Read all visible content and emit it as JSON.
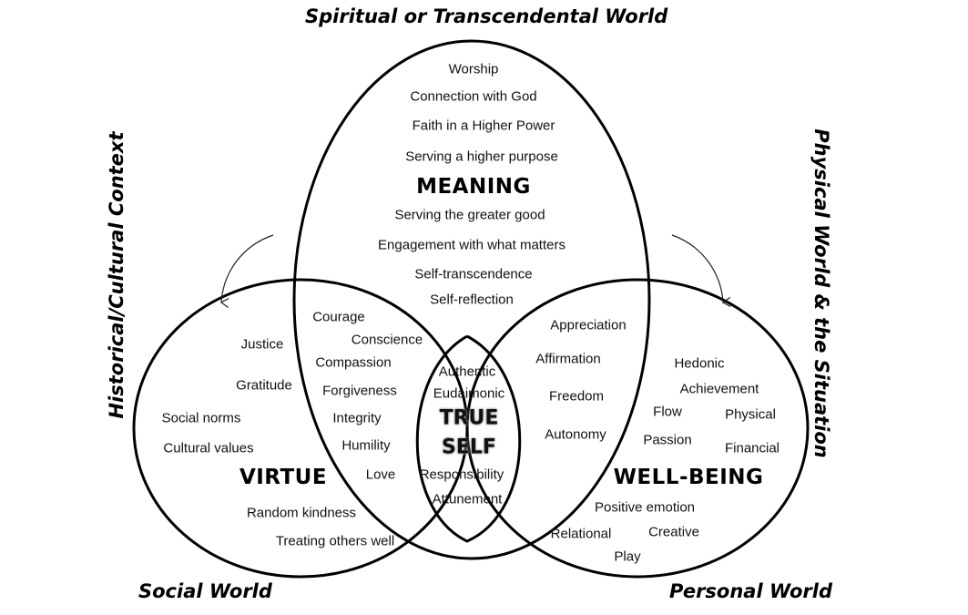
{
  "contexts": {
    "top": "Spiritual or Transcendental World",
    "left": "Historical/Cultural Context",
    "right": "Physical World & the Situation",
    "bottom_left": "Social World",
    "bottom_right": "Personal World"
  },
  "circles": {
    "meaning": {
      "title": "MEANING",
      "items_above": [
        "Worship",
        "Connection with God",
        "Faith in a Higher Power",
        "Serving a higher purpose"
      ],
      "items_below": [
        "Serving the greater good",
        "Engagement with what matters",
        "Self-transcendence",
        "Self-reflection"
      ]
    },
    "virtue": {
      "title": "VIRTUE",
      "items": [
        "Justice",
        "Gratitude",
        "Social norms",
        "Cultural values",
        "Random kindness",
        "Treating others well"
      ]
    },
    "wellbeing": {
      "title": "WELL-BEING",
      "items": [
        "Hedonic",
        "Achievement",
        "Flow",
        "Physical",
        "Passion",
        "Financial",
        "Positive emotion",
        "Relational",
        "Creative",
        "Play"
      ]
    }
  },
  "overlaps": {
    "meaning_virtue": [
      "Courage",
      "Conscience",
      "Compassion",
      "Forgiveness",
      "Integrity",
      "Humility",
      "Love"
    ],
    "meaning_wellbeing": [
      "Appreciation",
      "Affirmation",
      "Freedom",
      "Autonomy"
    ],
    "true_self": {
      "title_line1": "TRUE",
      "title_line2": "SELF",
      "items": [
        "Authentic",
        "Eudaimonic",
        "Responsibility",
        "Attunement"
      ]
    }
  }
}
